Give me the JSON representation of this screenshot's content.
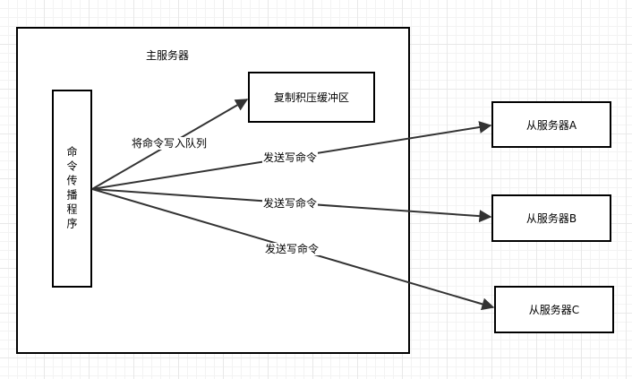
{
  "master": {
    "title": "主服务器",
    "propagator_label": "命令传播程序",
    "backlog_label": "复制积压缓冲区"
  },
  "edges": {
    "to_backlog": "将命令写入队列",
    "to_a": "发送写命令",
    "to_b": "发送写命令",
    "to_c": "发送写命令"
  },
  "slaves": {
    "a": "从服务器A",
    "b": "从服务器B",
    "c": "从服务器C"
  },
  "colors": {
    "stroke": "#000000",
    "edge": "#333333",
    "background": "#ffffff",
    "grid": "#e8e8e8"
  }
}
